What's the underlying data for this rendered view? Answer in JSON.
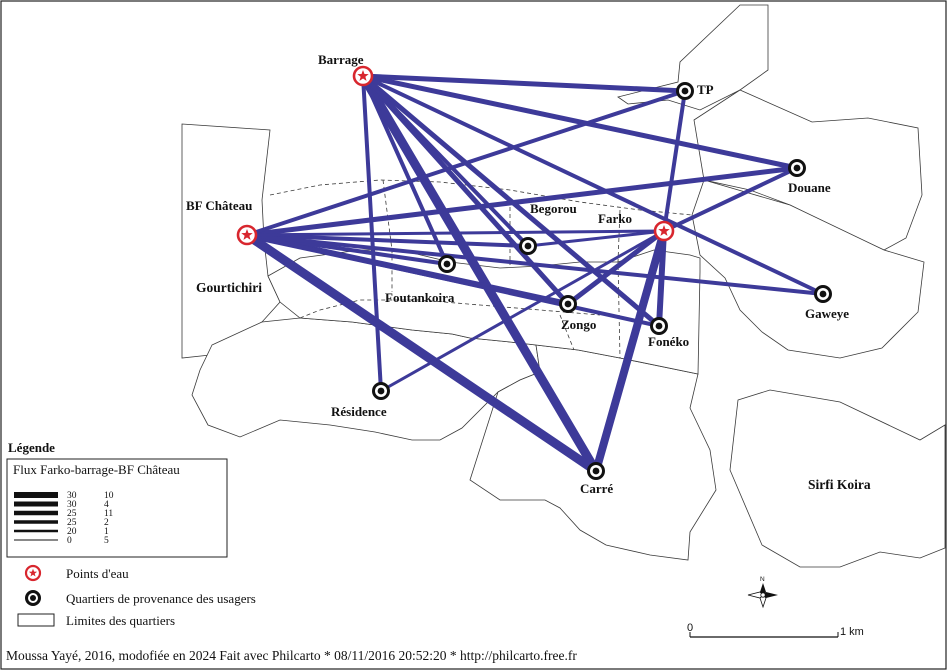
{
  "map": {
    "legend_title": "Légende",
    "legend_box_title": "Flux Farko-barrage-BF Château",
    "legend_rows": [
      {
        "a": "30",
        "b": "10"
      },
      {
        "a": "30",
        "b": "4"
      },
      {
        "a": "25",
        "b": "11"
      },
      {
        "a": "25",
        "b": "2"
      },
      {
        "a": "20",
        "b": "1"
      },
      {
        "a": "0",
        "b": "5"
      }
    ],
    "legend_water_points": "Points d'eau",
    "legend_quarters": "Quartiers de provenance des usagers",
    "legend_limits": "Limites des quartiers",
    "scale_zero": "0",
    "scale_end": "1 km",
    "north_label": "N",
    "footer": "Moussa Yayé, 2016, modofiée en 2024 Fait avec Philcarto * 08/11/2016 20:52:20 * http://philcarto.free.fr",
    "water_points": [
      {
        "id": "barrage",
        "label": "Barrage"
      },
      {
        "id": "bfchateau",
        "label": "BF Château"
      },
      {
        "id": "farko",
        "label": "Farko"
      }
    ],
    "quarters": [
      {
        "id": "tp",
        "label": "TP"
      },
      {
        "id": "douane",
        "label": "Douane"
      },
      {
        "id": "begorou",
        "label": "Begorou"
      },
      {
        "id": "foutankoira",
        "label": "Foutankoira"
      },
      {
        "id": "zongo",
        "label": "Zongo"
      },
      {
        "id": "foneko",
        "label": "Fonéko"
      },
      {
        "id": "gaweye",
        "label": "Gaweye"
      },
      {
        "id": "residence",
        "label": "Résidence"
      },
      {
        "id": "carre",
        "label": "Carré"
      },
      {
        "id": "gourtichiri",
        "label": "Gourtichiri"
      },
      {
        "id": "sirfi",
        "label": "Sirfi Koira"
      }
    ],
    "colors": {
      "flow": "#3d3a99",
      "star": "#d8262e",
      "boundary": "#3a3a3a"
    }
  }
}
